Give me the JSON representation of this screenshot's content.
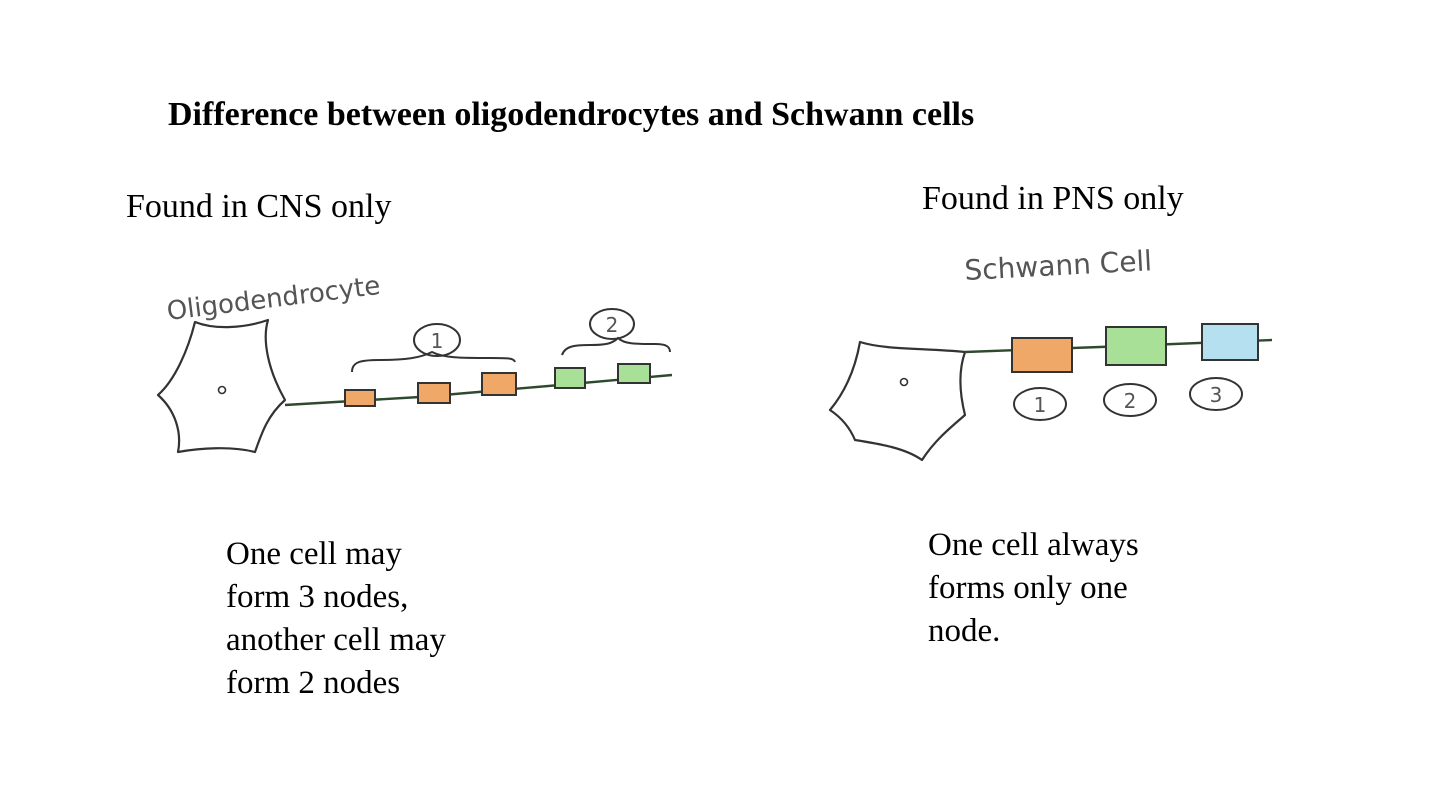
{
  "title": "Difference between oligodendrocytes and Schwann cells",
  "left": {
    "heading": "Found in CNS only",
    "diagram_label": "Oligodendrocyte",
    "group_labels": [
      "1",
      "2"
    ],
    "description_lines": [
      "One cell may",
      "form 3 nodes,",
      "another cell may",
      "form 2 nodes"
    ]
  },
  "right": {
    "heading": "Found in PNS only",
    "diagram_label": "Schwann Cell",
    "node_labels": [
      "1",
      "2",
      "3"
    ],
    "description_lines": [
      "One cell always",
      "forms only one",
      "node."
    ]
  },
  "colors": {
    "orange_node": "#F0A868",
    "green_node": "#A8E098",
    "blue_node": "#B4E0F0",
    "axon_line": "#2e4a2e",
    "outline": "#333333"
  }
}
